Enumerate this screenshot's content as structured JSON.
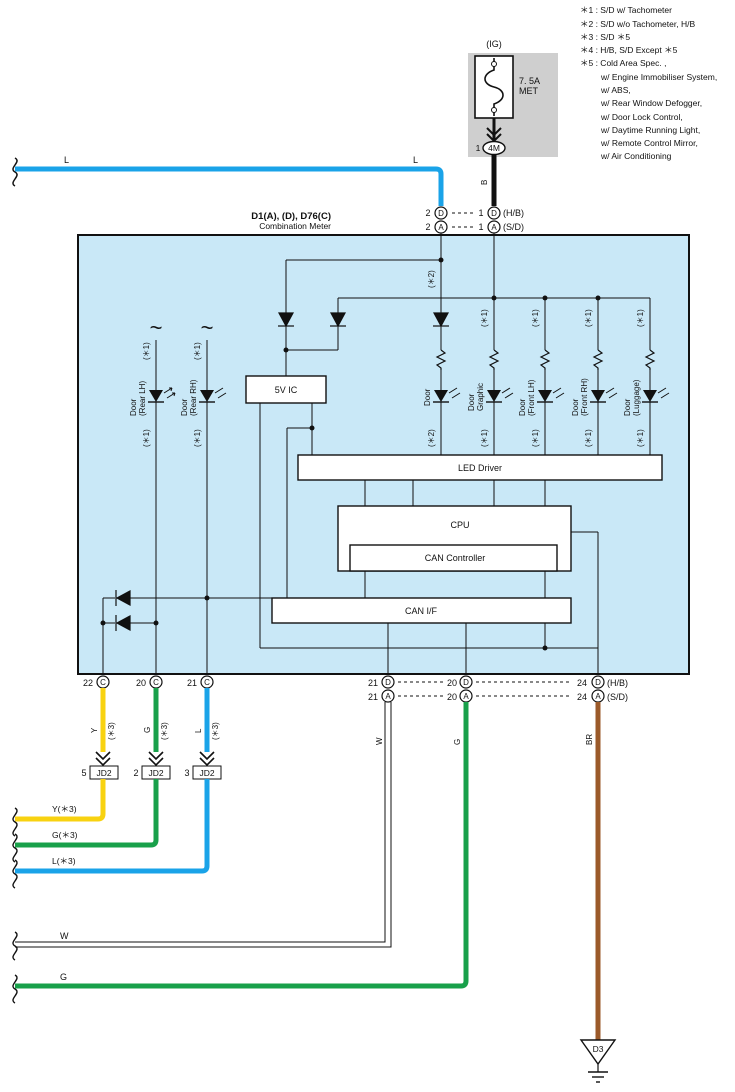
{
  "notes": {
    "n1": "＊1 : S/D w/ Tachometer",
    "n2": "＊2 : S/D w/o Tachometer,  H/B",
    "n3": "＊3 : S/D ＊5",
    "n4": "＊4 : H/B,  S/D Except ＊5",
    "n5": "＊5 : Cold Area Spec. ,",
    "n5a": "w/ Engine Immobiliser System,",
    "n5b": "w/ ABS,",
    "n5c": "w/ Rear Window Defogger,",
    "n5d": "w/ Door Lock Control,",
    "n5e": "w/ Daytime Running Light,",
    "n5f": "w/ Remote Control Mirror,",
    "n5g": "w/ Air Conditioning"
  },
  "fuse": {
    "ig": "(IG)",
    "rating": "7. 5A",
    "name": "MET",
    "pin": "1",
    "connector": "4M"
  },
  "meter": {
    "connector_label": "D1(A), (D), D76(C)",
    "name": "Combination Meter",
    "ic_5v": "5V IC",
    "led_driver": "LED Driver",
    "cpu": "CPU",
    "can_controller": "CAN Controller",
    "can_if": "CAN I/F"
  },
  "leds": {
    "rear_lh": [
      "Door",
      "(Rear LH)"
    ],
    "rear_rh": [
      "Door",
      "(Rear RH)"
    ],
    "door": "Door",
    "graphic": [
      "Door",
      "Graphic"
    ],
    "front_lh": [
      "Door",
      "(Front LH)"
    ],
    "front_rh": [
      "Door",
      "(Front RH)"
    ],
    "luggage": [
      "Door",
      "(Luggage)"
    ]
  },
  "marks": {
    "s1": "(＊1)",
    "s2": "(＊2)",
    "s3": "(＊3)",
    "tilde": "~"
  },
  "pins": {
    "top_d": "D",
    "top_a": "A",
    "top_left_2": "2",
    "top_right_1": "1",
    "hb": "(H/B)",
    "sd": "(S/D)",
    "c": "C",
    "d": "D",
    "a": "A",
    "p22": "22",
    "p20": "20",
    "p21": "21",
    "p24": "24",
    "jd2": "JD2",
    "j5": "5",
    "j2": "2",
    "j3": "3"
  },
  "wires": {
    "L": "L",
    "B": "B",
    "Y": "Y",
    "G": "G",
    "W": "W",
    "BR": "BR",
    "y3": "Y(＊3)",
    "g3": "G(＊3)",
    "l3": "L(＊3)"
  },
  "ground": "D3",
  "colors": {
    "blue": "#1aa3e8",
    "yellow": "#f8d210",
    "green": "#18a04a",
    "brown": "#9b5a2a",
    "black": "#111111",
    "meter_fill": "#c9e8f7",
    "fuse_fill": "#cfcfcf"
  }
}
